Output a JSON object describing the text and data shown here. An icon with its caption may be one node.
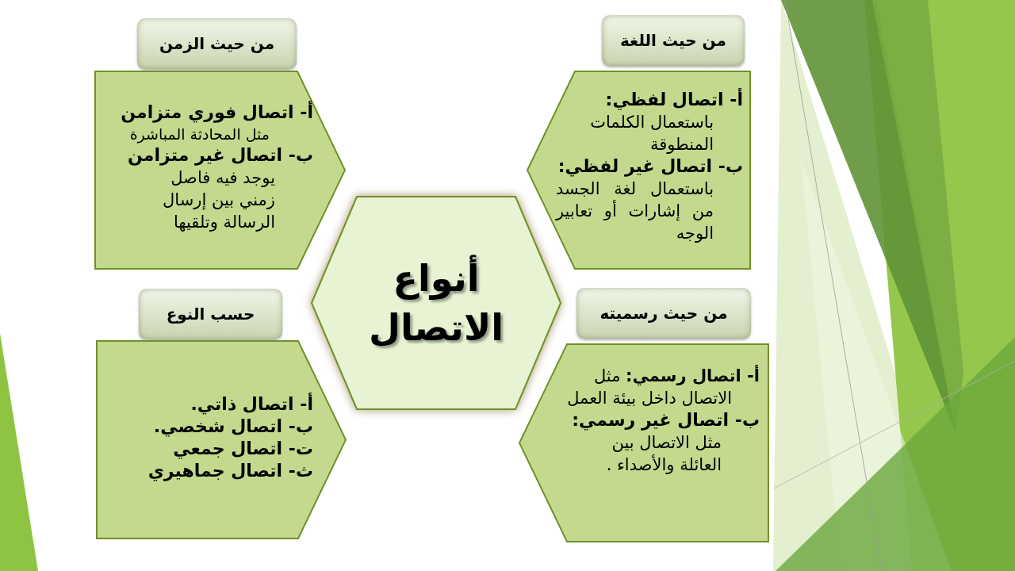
{
  "diagram": {
    "nodes": [
      {
        "text": [
          "من حيث اللغة"
        ]
      },
      {
        "text": [
          "أ- اتصال لفظي:",
          "باستعمال الكلمات المنطوقة",
          "ب- اتصال غير لفظي:",
          "باستعمال لغة الجسد من إشارات أو تعابير الوجه"
        ]
      },
      {
        "text": [
          "من حيث الزمن"
        ]
      },
      {
        "text": [
          "أ- اتصال فوري متزامن",
          "مثل المحادثة المباشرة",
          "ب- اتصال غير متزامن",
          "يوجد فيه فاصل زمني بين إرسال الرسالة وتلقيها"
        ]
      },
      {
        "text": [
          "أنواع الاتصال"
        ]
      },
      {
        "text": [
          "من حيث رسميته"
        ]
      },
      {
        "text": [
          "**أ- اتصال رسمي:** مثل الاتصال داخل بيئة العمل",
          "ب- اتصال غير رسمي:",
          "مثل الاتصال بين العائلة والأصداء ."
        ]
      },
      {
        "text": [
          "حسب النوع"
        ]
      },
      {
        "text": [
          "أ- اتصال ذاتي.",
          "ب- اتصال شخصي.",
          "ت- اتصال جمعي",
          "ث- اتصال جماهيري"
        ]
      }
    ]
  }
}
